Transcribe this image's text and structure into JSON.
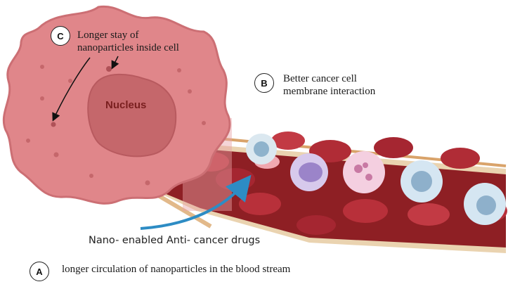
{
  "labels": {
    "a_badge": "A",
    "a_text": "longer circulation of nanoparticles in the blood stream",
    "b_badge": "B",
    "b_text_line1": "Better cancer cell",
    "b_text_line2": "membrane interaction",
    "c_badge": "C",
    "c_text_line1": "Longer stay of",
    "c_text_line2": "nanoparticles inside cell",
    "nucleus": "Nucleus",
    "drugs": "Nano- enabled Anti- cancer drugs"
  },
  "colors": {
    "cell_fill": "#e0868a",
    "cell_edge": "#c96b70",
    "nucleus_fill": "#c5676b",
    "vessel_wall": "#e7c18f",
    "vessel_inner": "#8e1f24",
    "rbc": "#b8303a",
    "arrow": "#2d8cc4"
  }
}
